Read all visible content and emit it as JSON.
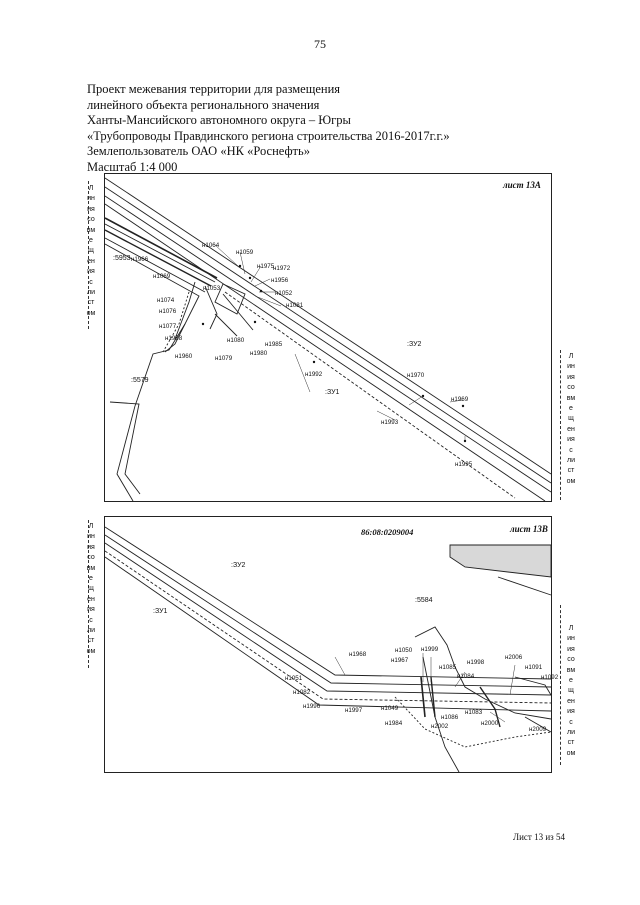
{
  "page_number": "75",
  "header_lines": [
    "Проект межевания территории для размещения",
    "линейного объекта регионального значения",
    "Ханты-Мансийского автономного округа – Югры",
    "«Трубопроводы Правдинского региона строительства 2016-2017г.г.»",
    "Землепользователь ОАО «НК «Роснефть»",
    "Масштаб 1:4 000"
  ],
  "side_legend": [
    "Л",
    "ин",
    "ия",
    "со",
    "вм",
    "е",
    "щ",
    "ен",
    "ия",
    "с",
    "ли",
    "ст",
    "ом"
  ],
  "sheet_a": {
    "title": "лист 13А",
    "zones": [
      ":ЗУ2",
      ":ЗУ1",
      ":5953",
      ":5579"
    ],
    "points": [
      "н1064",
      "н1059",
      "н1975",
      "н1972",
      "н1956",
      "н1052",
      "н1081",
      "н1966",
      "н1069",
      "н1053",
      "н1074",
      "н1076",
      "н1077",
      "н1958",
      "н1960",
      "н1079",
      "н1080",
      "н1980",
      "н1985",
      "н1992",
      "н1970",
      "н1969",
      "н1993",
      "н1995"
    ]
  },
  "sheet_b": {
    "title": "лист 13В",
    "cadastral": "86:08:0209004",
    "zones": [
      ":ЗУ2",
      ":ЗУ1",
      ":5584"
    ],
    "points": [
      "н1968",
      "н1050",
      "н1999",
      "н1967",
      "н1085",
      "н1998",
      "н2006",
      "н1091",
      "н1084",
      "н1092",
      "н1051",
      "н1082",
      "н1996",
      "н1997",
      "н1049",
      "н1083",
      "н1086",
      "н1984",
      "н2002",
      "н2000",
      "н2009"
    ]
  },
  "footer": "Лист 13 из 54"
}
